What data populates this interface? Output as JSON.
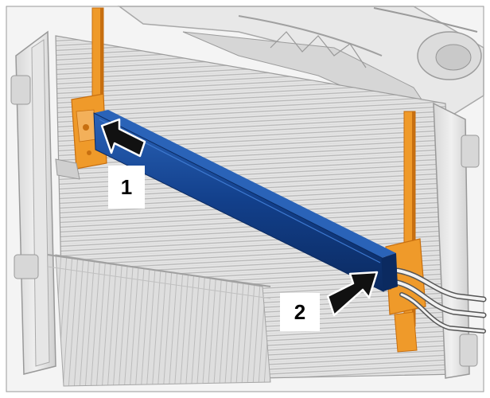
{
  "callouts": [
    {
      "label": "1"
    },
    {
      "label": "2"
    }
  ],
  "arrows": [
    {
      "step": "1",
      "icon": "push-arrow-icon"
    },
    {
      "step": "2",
      "icon": "push-arrow-icon"
    }
  ],
  "colors": {
    "background": "#ffffff",
    "frame_border": "#9a9a9a",
    "radiator_light": "#e2e2e2",
    "radiator_fin": "#bdbdbd",
    "radiator_dark": "#8e8e8e",
    "bracket_orange": "#ef9a2a",
    "bracket_orange_dark": "#c76f10",
    "cooler_blue": "#123f8a",
    "cooler_blue_dark": "#0b2a60",
    "cooler_blue_light": "#2a63b8",
    "arrow_fill": "#111111",
    "arrow_outline": "#ffffff"
  }
}
